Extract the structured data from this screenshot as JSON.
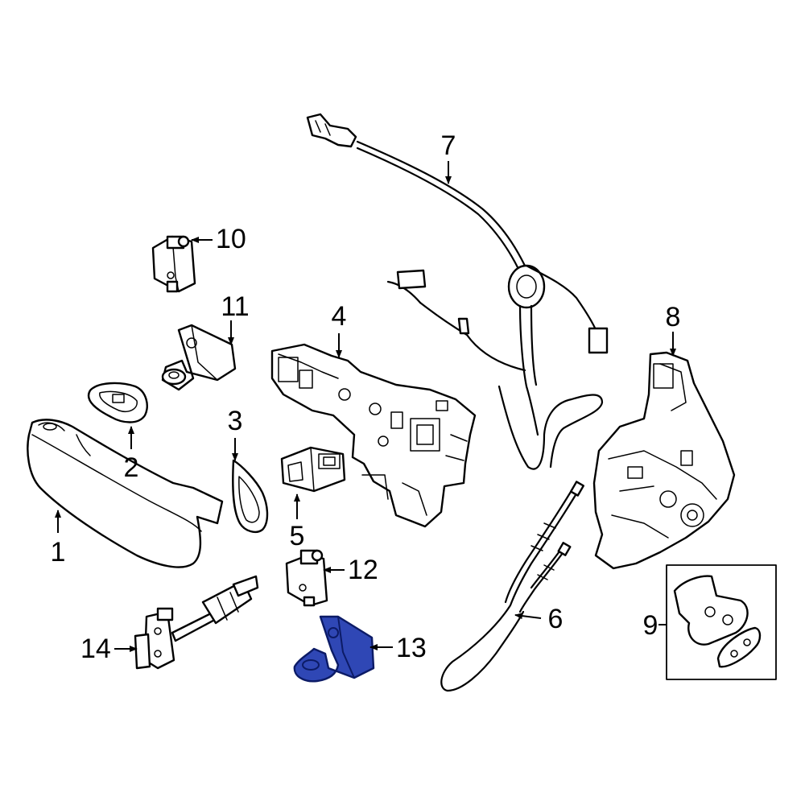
{
  "diagram": {
    "highlight_color": "#2f47b5",
    "parts": [
      {
        "id": "1",
        "label": "1"
      },
      {
        "id": "2",
        "label": "2"
      },
      {
        "id": "3",
        "label": "3"
      },
      {
        "id": "4",
        "label": "4"
      },
      {
        "id": "5",
        "label": "5"
      },
      {
        "id": "6",
        "label": "6"
      },
      {
        "id": "7",
        "label": "7"
      },
      {
        "id": "8",
        "label": "8"
      },
      {
        "id": "9",
        "label": "9"
      },
      {
        "id": "10",
        "label": "10"
      },
      {
        "id": "11",
        "label": "11"
      },
      {
        "id": "12",
        "label": "12"
      },
      {
        "id": "13",
        "label": "13",
        "highlighted": true
      },
      {
        "id": "14",
        "label": "14"
      }
    ]
  }
}
